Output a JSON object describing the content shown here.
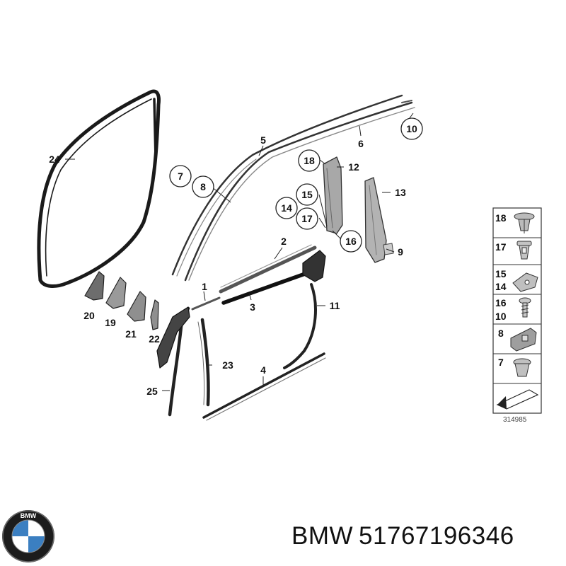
{
  "diagram": {
    "callouts": [
      "24",
      "5",
      "6",
      "10",
      "7",
      "8",
      "18",
      "12",
      "13",
      "15",
      "14",
      "17",
      "16",
      "9",
      "2",
      "1",
      "3",
      "11",
      "20",
      "19",
      "21",
      "22",
      "23",
      "25",
      "4"
    ],
    "legend_items": [
      {
        "labels": [
          "18"
        ],
        "icon": "push-rivet-icon"
      },
      {
        "labels": [
          "17"
        ],
        "icon": "expanding-rivet-icon"
      },
      {
        "labels": [
          "15",
          "14"
        ],
        "icon": "clip-plate-icon"
      },
      {
        "labels": [
          "16",
          "10"
        ],
        "icon": "screw-icon"
      },
      {
        "labels": [
          "8"
        ],
        "icon": "clip-holder-icon"
      },
      {
        "labels": [
          "7"
        ],
        "icon": "clip-nut-icon"
      }
    ],
    "legend_note_icon": "arrow-bracket-icon",
    "drawing_number": "314985"
  },
  "footer": {
    "logo_icon": "bmw-logo-icon",
    "logo_text": "BMW",
    "brand": "BMW",
    "part_number": "51767196346"
  }
}
